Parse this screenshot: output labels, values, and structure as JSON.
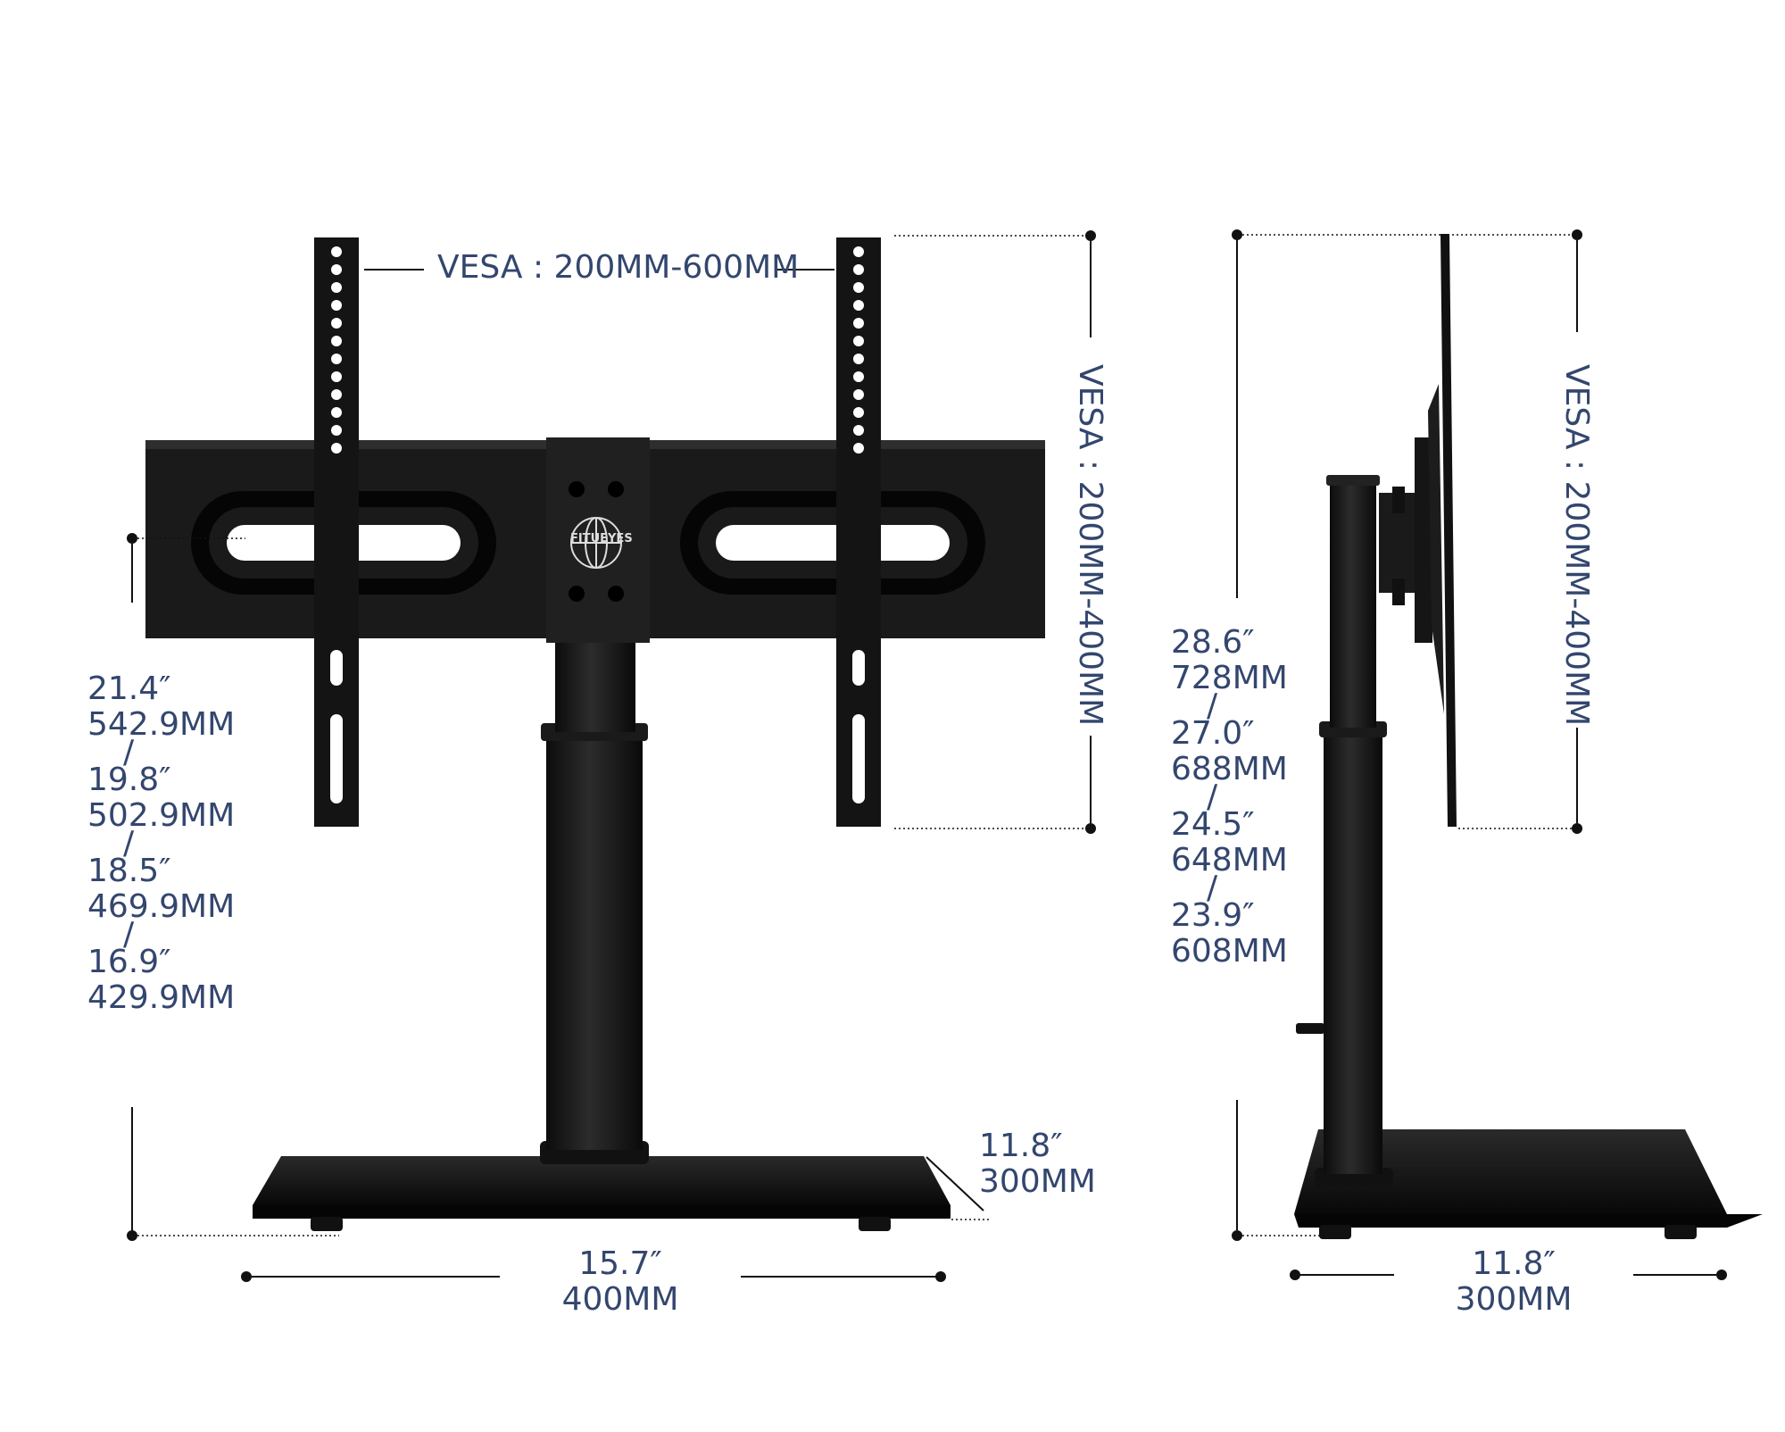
{
  "brand": "FITUEYES",
  "colors": {
    "label_text": "#33466e",
    "stand_body": "#161616",
    "dimension_line": "#111111"
  },
  "labels": {
    "vesa_horizontal": "VESA : 200MM-600MM",
    "vesa_vertical_front": "VESA : 200MM-400MM",
    "vesa_vertical_side": "VESA : 200MM-400MM",
    "front_width_in": "15.7″",
    "front_width_mm": "400MM",
    "base_depth_in": "11.8″",
    "base_depth_mm": "300MM",
    "side_width_in": "11.8″",
    "side_width_mm": "300MM"
  },
  "front_heights": [
    "21.4″",
    "542.9MM",
    "/",
    "19.8″",
    "502.9MM",
    "/",
    "18.5″",
    "469.9MM",
    "/",
    "16.9″",
    "429.9MM"
  ],
  "side_heights": [
    "28.6″",
    "728MM",
    "/",
    "27.0″",
    "688MM",
    "/",
    "24.5″",
    "648MM",
    "/",
    "23.9″",
    "608MM"
  ]
}
